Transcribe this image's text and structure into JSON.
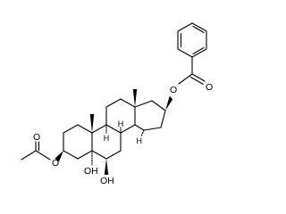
{
  "structure": {
    "labels": {
      "o_acetate_carbonyl": "O",
      "o_acetate_ester": "O",
      "oh_5": "OH",
      "oh_6": "OH",
      "h_8": "H",
      "h_9": "H",
      "h_14": "H",
      "o_benzoate_ester": "O",
      "o_benzoate_carbonyl": "O"
    }
  }
}
